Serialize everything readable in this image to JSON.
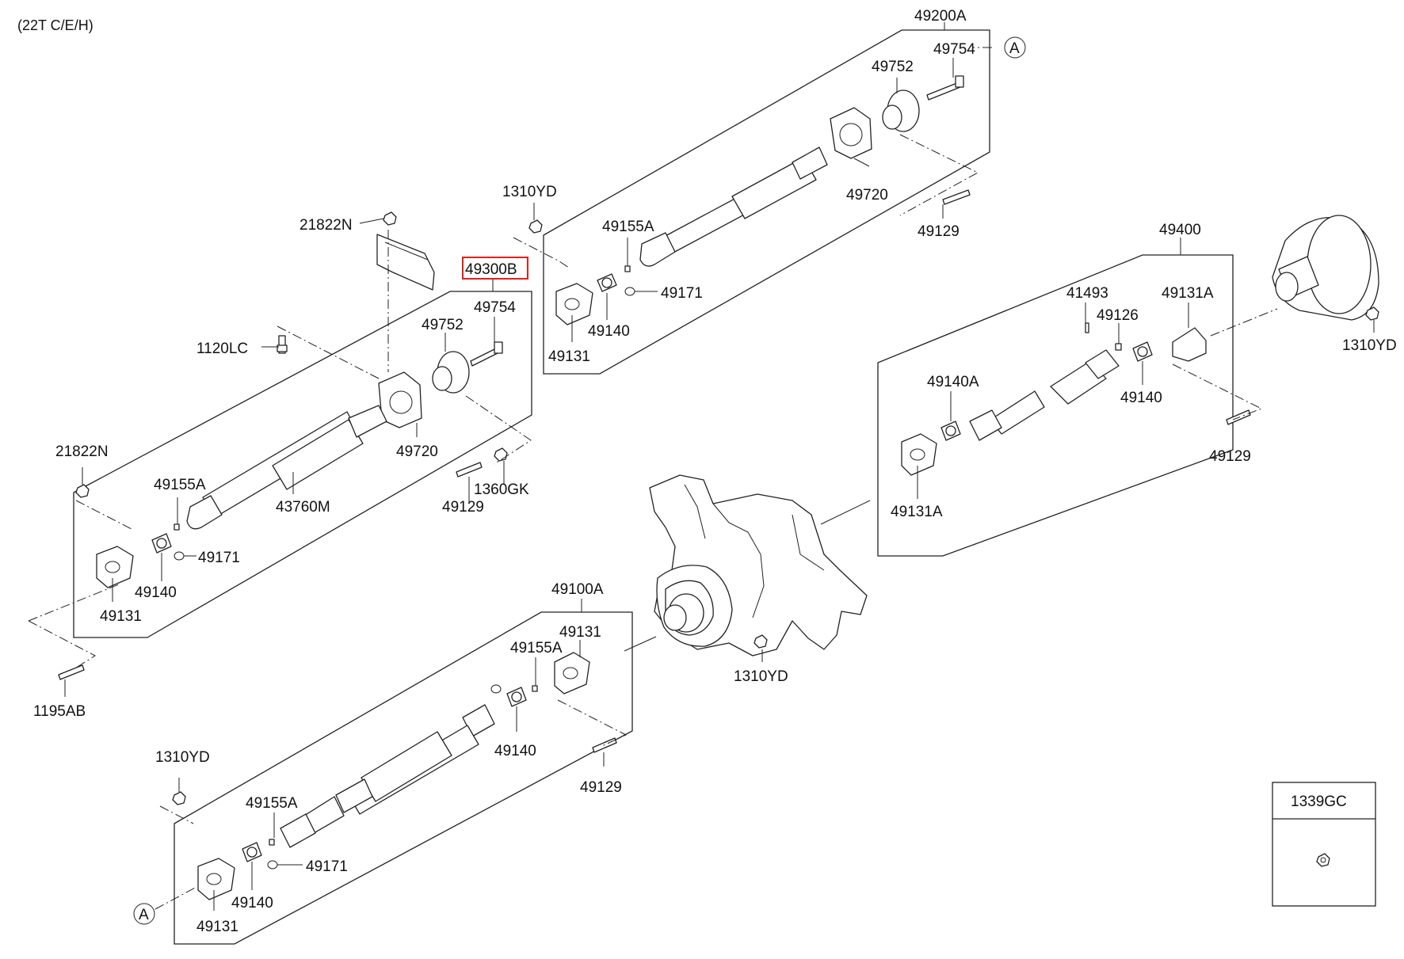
{
  "diagram": {
    "variant": "(22T C/E/H)",
    "selected_part": "49300B",
    "reference_marker": "A",
    "assemblies": {
      "a49200A": {
        "label": "49200A",
        "parts": {
          "bolt": "49754",
          "flange": "49752",
          "bearing": "49720",
          "bolt2": "49129",
          "nut": "1310YD",
          "grease": "49155A",
          "cross": "49140",
          "ring": "49171",
          "yoke": "49131"
        }
      },
      "a49300B": {
        "label": "49300B",
        "parts": {
          "bolt": "49754",
          "flange": "49752",
          "bearing": "49720",
          "tube": "43760M",
          "grease": "49155A",
          "ring": "49171",
          "cross": "49140",
          "yoke": "49131",
          "bolt2": "49129",
          "washer": "1360GK"
        }
      },
      "a49400": {
        "label": "49400",
        "parts": {
          "grease": "41493",
          "plug": "49126",
          "yoke_end": "49131A",
          "cross": "49140",
          "cross_a": "49140A",
          "yoke": "49131A",
          "bolt": "49129",
          "nut": "1310YD"
        }
      },
      "a49100A": {
        "label": "49100A",
        "parts": {
          "yoke_top": "49131",
          "grease_top": "49155A",
          "cross_top": "49140",
          "bolt": "49129",
          "nut": "1310YD",
          "grease": "49155A",
          "ring": "49171",
          "cross": "49140",
          "yoke": "49131"
        }
      }
    },
    "mounting": {
      "bracket_nut": "21822N",
      "bracket_bolt": "1120LC",
      "nut_left": "21822N",
      "bolt_left": "1195AB",
      "axle_nut": "1310YD"
    },
    "legend_box": {
      "label": "1339GC"
    }
  }
}
